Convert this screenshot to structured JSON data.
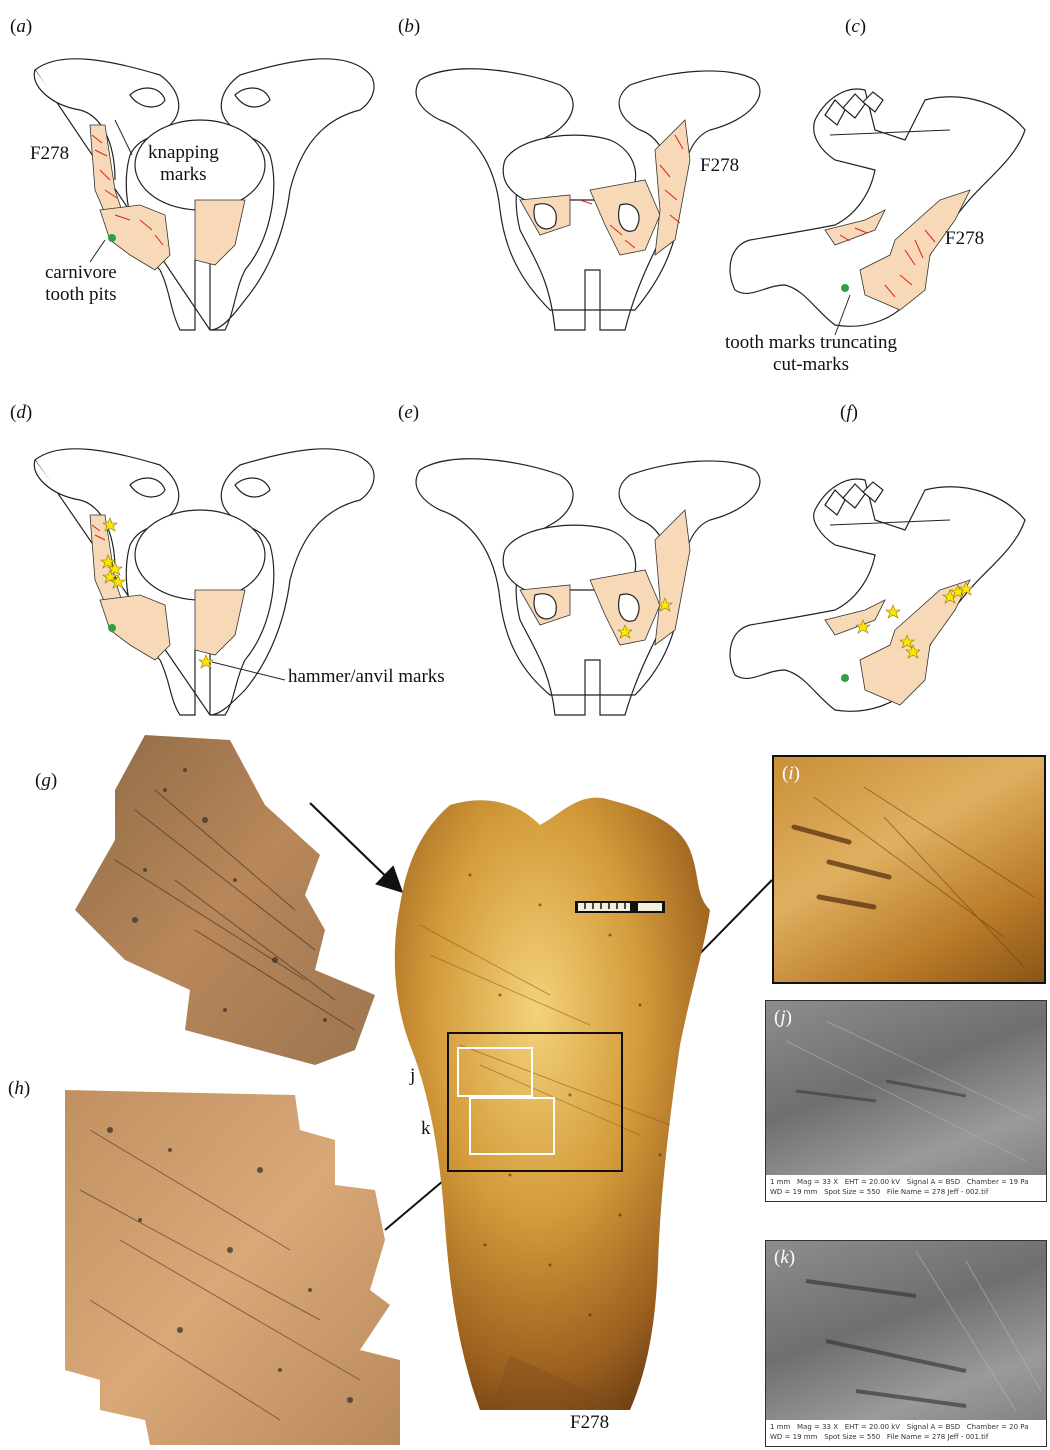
{
  "panels": {
    "a": "(a)",
    "b": "(b)",
    "c": "(c)",
    "d": "(d)",
    "e": "(e)",
    "f": "(f)",
    "g": "(g)",
    "h": "(h)",
    "i": "(i)",
    "j": "(j)",
    "k": "(k)"
  },
  "panel_letters": {
    "a": "a",
    "b": "b",
    "c": "c",
    "d": "d",
    "e": "e",
    "f": "f",
    "g": "g",
    "h": "h",
    "i": "i",
    "j": "j",
    "k": "k"
  },
  "annotations": {
    "specimen_a": "F278",
    "knapping": "knapping\nmarks",
    "carnivore": "carnivore\ntooth pits",
    "specimen_b": "F278",
    "specimen_c": "F278",
    "tooth_marks": "tooth marks truncating\ncut-marks",
    "hammer": "hammer/anvil marks",
    "photo_j": "j",
    "photo_k": "k",
    "photo_caption": "F278"
  },
  "sem": {
    "scale": "1 mm",
    "j_info": "Mag = 33 X   EHT = 20.00 kV   Signal A = BSD   Chamber = 19 Pa\nWD = 19 mm   Spot Size = 550   File Name = 278 Jeff - 002.tif",
    "k_info": "Mag = 33 X   EHT = 20.00 kV   Signal A = BSD   Chamber = 20 Pa\nWD = 19 mm   Spot Size = 550   File Name = 278 Jeff - 001.tif"
  },
  "colors": {
    "fragment_fill": "#f7d9b8",
    "cut_marks": "#e02020",
    "hammer_star": "#ffe600",
    "tooth_pit": "#2ea043"
  }
}
